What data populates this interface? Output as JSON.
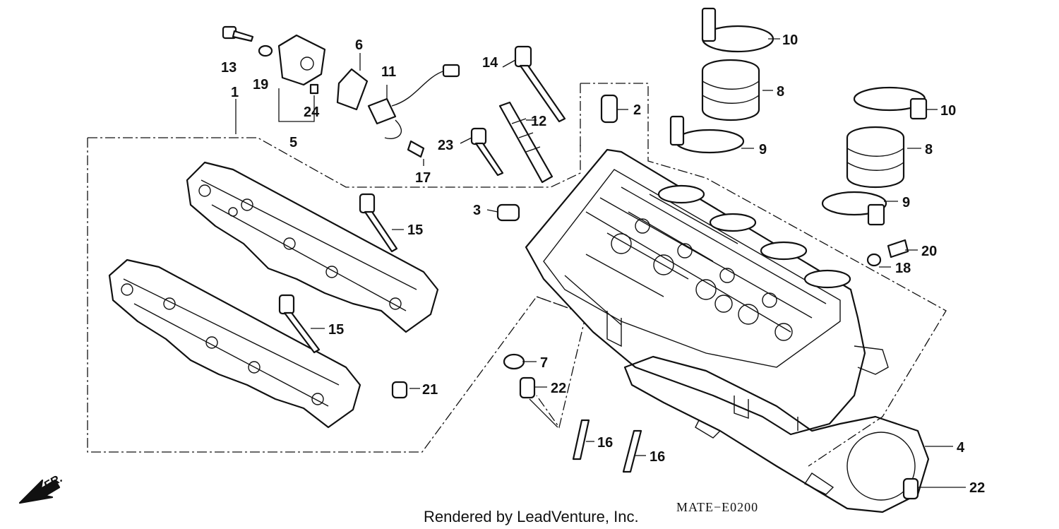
{
  "diagram": {
    "callouts": [
      {
        "id": "c1",
        "text": "1"
      },
      {
        "id": "c2",
        "text": "2"
      },
      {
        "id": "c3",
        "text": "3"
      },
      {
        "id": "c4",
        "text": "4"
      },
      {
        "id": "c5",
        "text": "5"
      },
      {
        "id": "c6",
        "text": "6"
      },
      {
        "id": "c7",
        "text": "7"
      },
      {
        "id": "c8a",
        "text": "8"
      },
      {
        "id": "c8b",
        "text": "8"
      },
      {
        "id": "c9a",
        "text": "9"
      },
      {
        "id": "c9b",
        "text": "9"
      },
      {
        "id": "c10a",
        "text": "10"
      },
      {
        "id": "c10b",
        "text": "10"
      },
      {
        "id": "c11",
        "text": "11"
      },
      {
        "id": "c12",
        "text": "12"
      },
      {
        "id": "c13",
        "text": "13"
      },
      {
        "id": "c14",
        "text": "14"
      },
      {
        "id": "c15a",
        "text": "15"
      },
      {
        "id": "c15b",
        "text": "15"
      },
      {
        "id": "c16a",
        "text": "16"
      },
      {
        "id": "c16b",
        "text": "16"
      },
      {
        "id": "c17",
        "text": "17"
      },
      {
        "id": "c18",
        "text": "18"
      },
      {
        "id": "c19",
        "text": "19"
      },
      {
        "id": "c20",
        "text": "20"
      },
      {
        "id": "c21",
        "text": "21"
      },
      {
        "id": "c22a",
        "text": "22"
      },
      {
        "id": "c22b",
        "text": "22"
      },
      {
        "id": "c23",
        "text": "23"
      },
      {
        "id": "c24",
        "text": "24"
      }
    ],
    "direction_label": "FR.",
    "diagram_code": "MATE−E0200",
    "credit": "Rendered by LeadVenture, Inc."
  }
}
